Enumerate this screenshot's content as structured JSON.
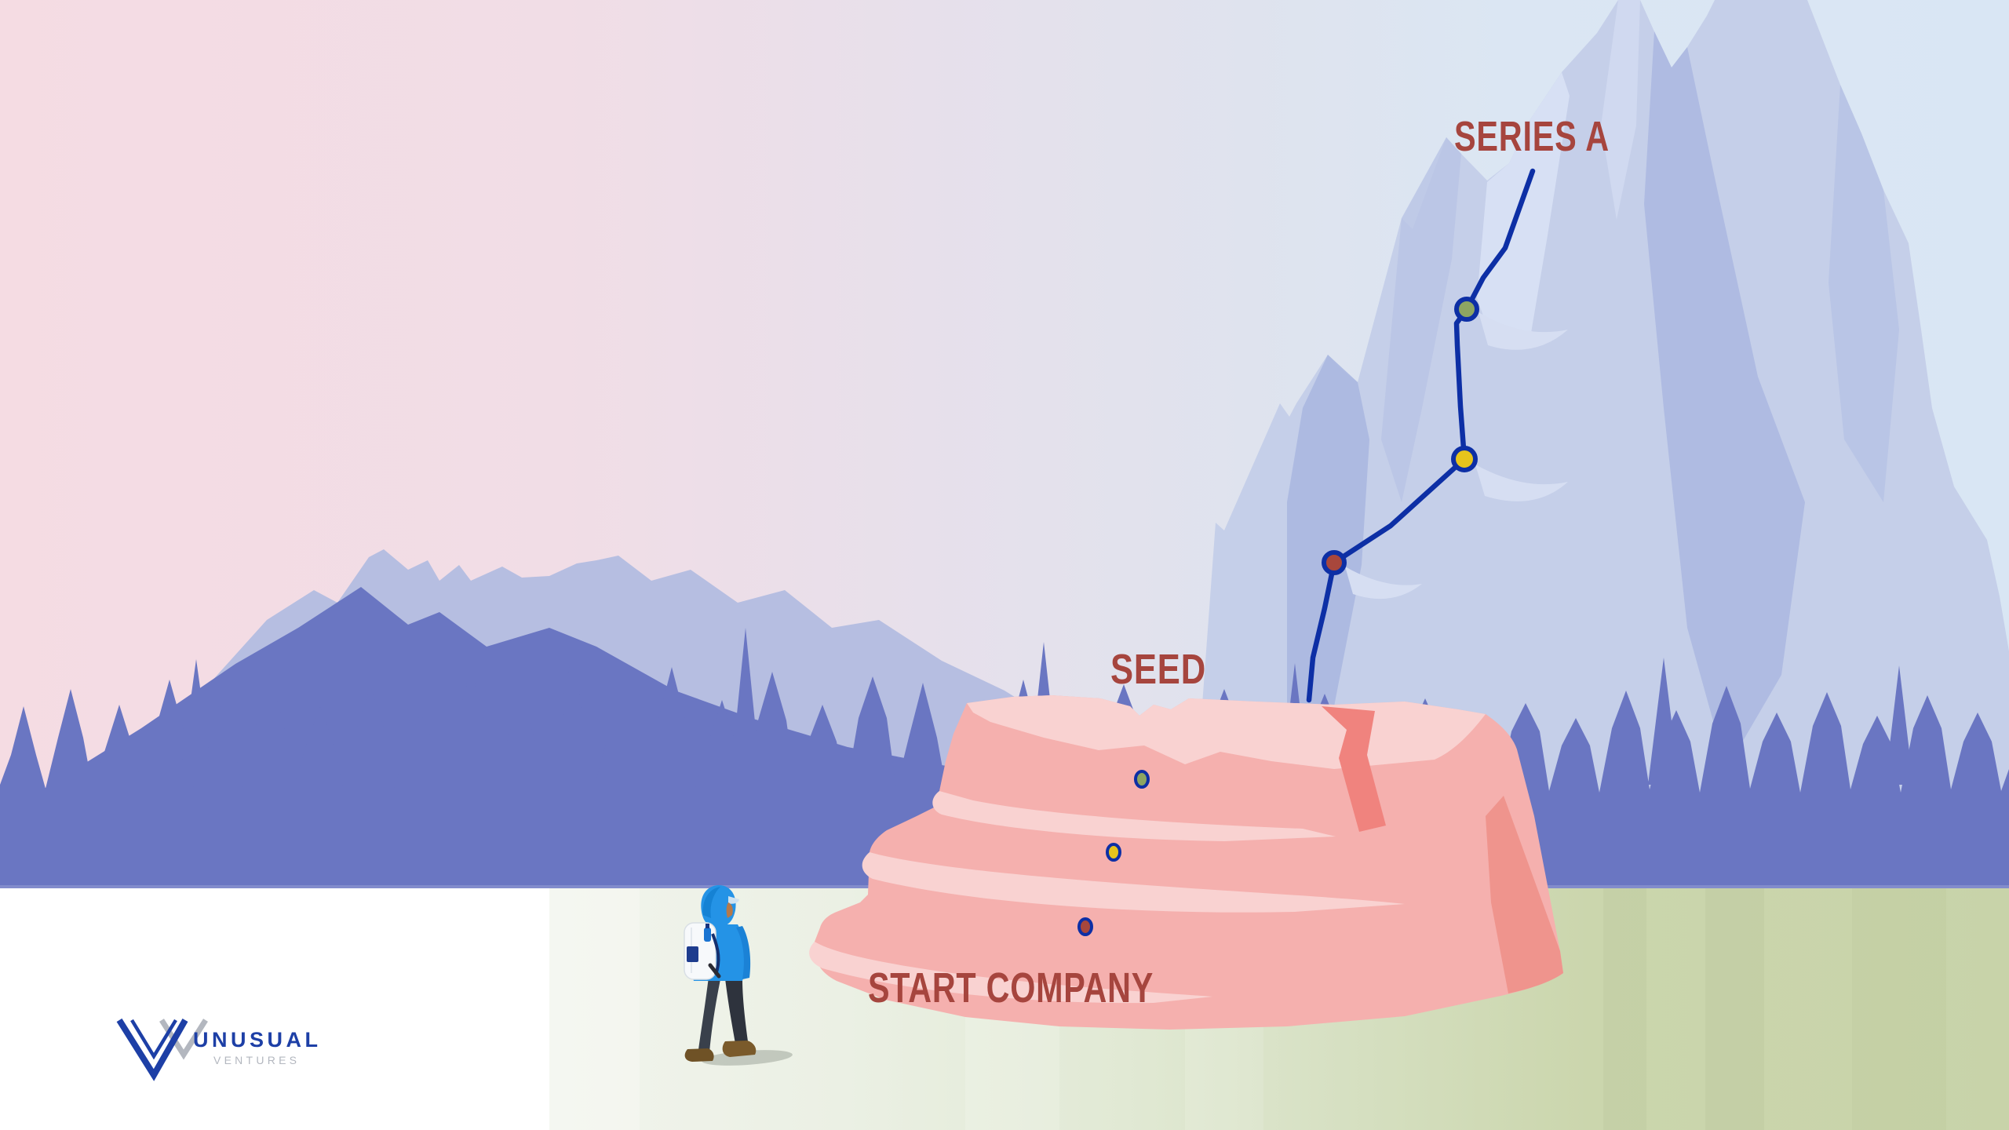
{
  "illustration": {
    "labels": {
      "series_a": "SERIES A",
      "seed": "SEED",
      "start_company": "START COMPANY"
    },
    "label_color": "#a6453e",
    "journey_path_color": "#0d2fa5",
    "milestone_colors": {
      "red": "#a8473c",
      "yellow": "#e7c41c",
      "green": "#8da562"
    },
    "stages": [
      {
        "name": "START COMPANY",
        "location": "plateau base"
      },
      {
        "name": "SEED",
        "location": "plateau top"
      },
      {
        "name": "SERIES A",
        "location": "mountain peak"
      }
    ],
    "logo": {
      "name": "UNUSUAL",
      "subtitle": "VENTURES",
      "blue": "#1d3fa6",
      "gray": "#b3b7bf"
    },
    "palette": {
      "sky_left_pink": "#f5dce3",
      "sky_mid_lavender": "#e7e0eb",
      "sky_right_blue": "#d9e6f4",
      "mountain": "#c5cfe9",
      "mountain_shadow": "#aab7e0",
      "mountain_highlight": "#d8e0f4",
      "ridge_light": "#b6bee1",
      "forest": "#6a76c2",
      "plateau": "#f5b0ae",
      "plateau_light": "#f9d2d1",
      "plateau_crevice": "#f0837e",
      "plateau_shadow": "#ef948d",
      "floor_left": "#ffffff",
      "floor_right": "#c8d3a9"
    }
  }
}
